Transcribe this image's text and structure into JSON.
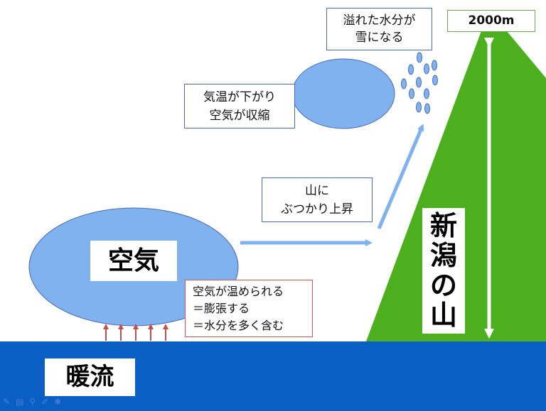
{
  "labels": {
    "overflow": [
      "溢れた水分が",
      "雪になる"
    ],
    "height": "2000m",
    "cooling": [
      "気温が下がり",
      "空気が収縮"
    ],
    "hit_mountain": [
      "山に",
      "ぶつかり上昇"
    ],
    "air": "空気",
    "warming": [
      "空気が温められる",
      "＝膨張する",
      "＝水分を多く含む"
    ],
    "warm_current": "暖流",
    "mountain": [
      "新",
      "潟",
      "の",
      "山"
    ]
  },
  "colors": {
    "sea": "#0a5fc4",
    "mountain": "#4caf1e",
    "cloud": "#7fb2ee",
    "arrow": "#7fb2ee",
    "heat_arrow": "#c0504d",
    "box_border_blue": "#4a6ab8",
    "box_border_red": "#d9534f",
    "box_border_green": "#6aa84f"
  },
  "toolbar": {
    "icons": [
      "pen-icon",
      "slides-icon",
      "search-icon",
      "edit-icon",
      "pointer-icon"
    ]
  }
}
